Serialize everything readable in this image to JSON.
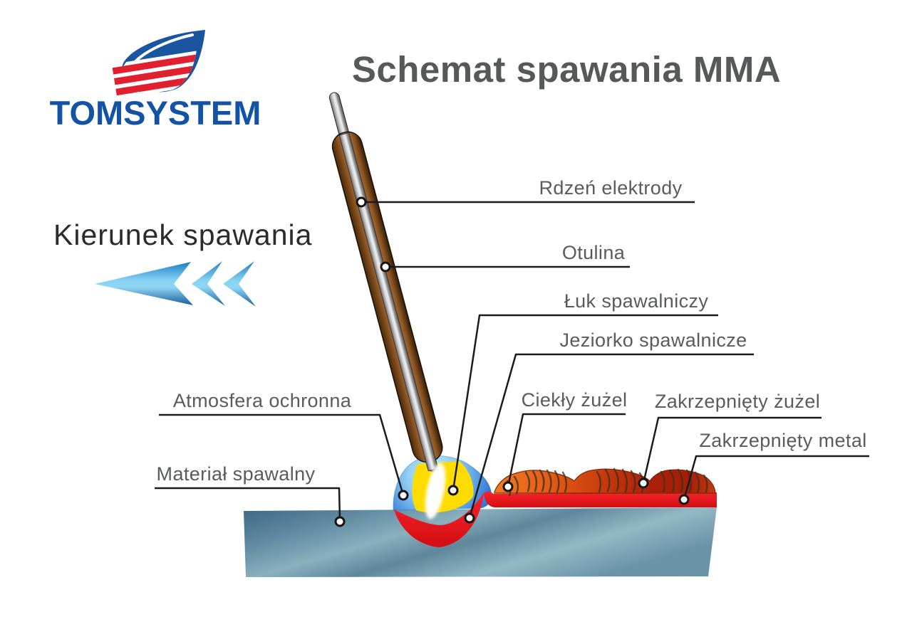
{
  "title": "Schemat spawania MMA",
  "logo": {
    "name": "TOMSYSTEM"
  },
  "direction_label": "Kierunek spawania",
  "labels": {
    "electrode_core": "Rdzeń elektrody",
    "coating": "Otulina",
    "arc": "Łuk spawalniczy",
    "weld_pool": "Jeziorko spawalnicze",
    "shielding_atmosphere": "Atmosfera ochronna",
    "base_material": "Materiał spawalny",
    "liquid_slag": "Ciekły żużel",
    "solid_slag": "Zakrzepnięty żużel",
    "solid_metal": "Zakrzepnięty metal"
  },
  "colors": {
    "brand_blue": "#1a55a0",
    "brand_red": "#e01f2f",
    "title_gray": "#57585a",
    "label_gray": "#5a5b5d",
    "arrow_blue": "#1b7ec4",
    "molten_red": "#e8151c",
    "arc_yellow": "#ffdc00",
    "shield_dome_blue": "#2766cc",
    "slag_orange": "#e8641a",
    "plate_steel_blue": "#5e89a0"
  }
}
